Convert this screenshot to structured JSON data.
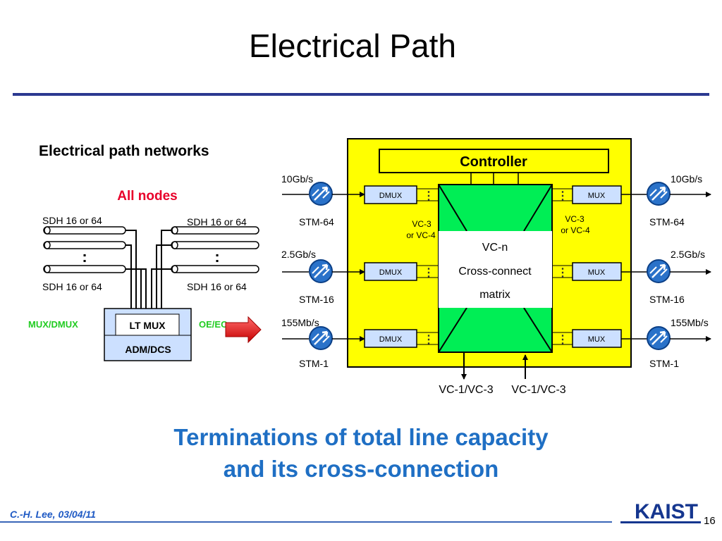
{
  "slide": {
    "title": "Electrical Path",
    "section_heading": "Electrical path networks",
    "caption_line1": "Terminations of total line capacity",
    "caption_line2": "and its cross-connection",
    "footer_author": "C.-H. Lee, 03/04/11",
    "page_number": "16",
    "logo_text": "KAIST"
  },
  "left_diagram": {
    "all_nodes": "All nodes",
    "sdh_top_left": "SDH 16 or 64",
    "sdh_top_right": "SDH 16 or 64",
    "sdh_bottom_left": "SDH 16 or 64",
    "sdh_bottom_right": "SDH 16 or 64",
    "mux_dmux": "MUX/DMUX",
    "oe_eo": "OE/EO",
    "lt_mux": "LT MUX",
    "adm_dcs": "ADM/DCS"
  },
  "right_diagram": {
    "controller": "Controller",
    "matrix_line1": "VC-n",
    "matrix_line2": "Cross-connect",
    "matrix_line3": "matrix",
    "rows": [
      {
        "rate": "10Gb/s",
        "stm": "STM-64",
        "dmux": "DMUX",
        "mux": "MUX"
      },
      {
        "rate": "2.5Gb/s",
        "stm": "STM-16",
        "dmux": "DMUX",
        "mux": "MUX"
      },
      {
        "rate": "155Mb/s",
        "stm": "STM-1",
        "dmux": "DMUX",
        "mux": "MUX"
      }
    ],
    "vc_left_line1": "VC-3",
    "vc_left_line2": "or VC-4",
    "vc_right_line1": "VC-3",
    "vc_right_line2": "or VC-4",
    "bottom_out_left": "VC-1/VC-3",
    "bottom_out_right": "VC-1/VC-3"
  },
  "colors": {
    "title_rule": "#2b3990",
    "caption": "#1f6fc4",
    "yellow_box": "#ffff00",
    "matrix_green": "#00ee55",
    "box_blue": "#cce0ff",
    "amplifier_blue": "#2a72c9",
    "all_nodes_red": "#e8002a",
    "mux_green": "#22cc22"
  }
}
